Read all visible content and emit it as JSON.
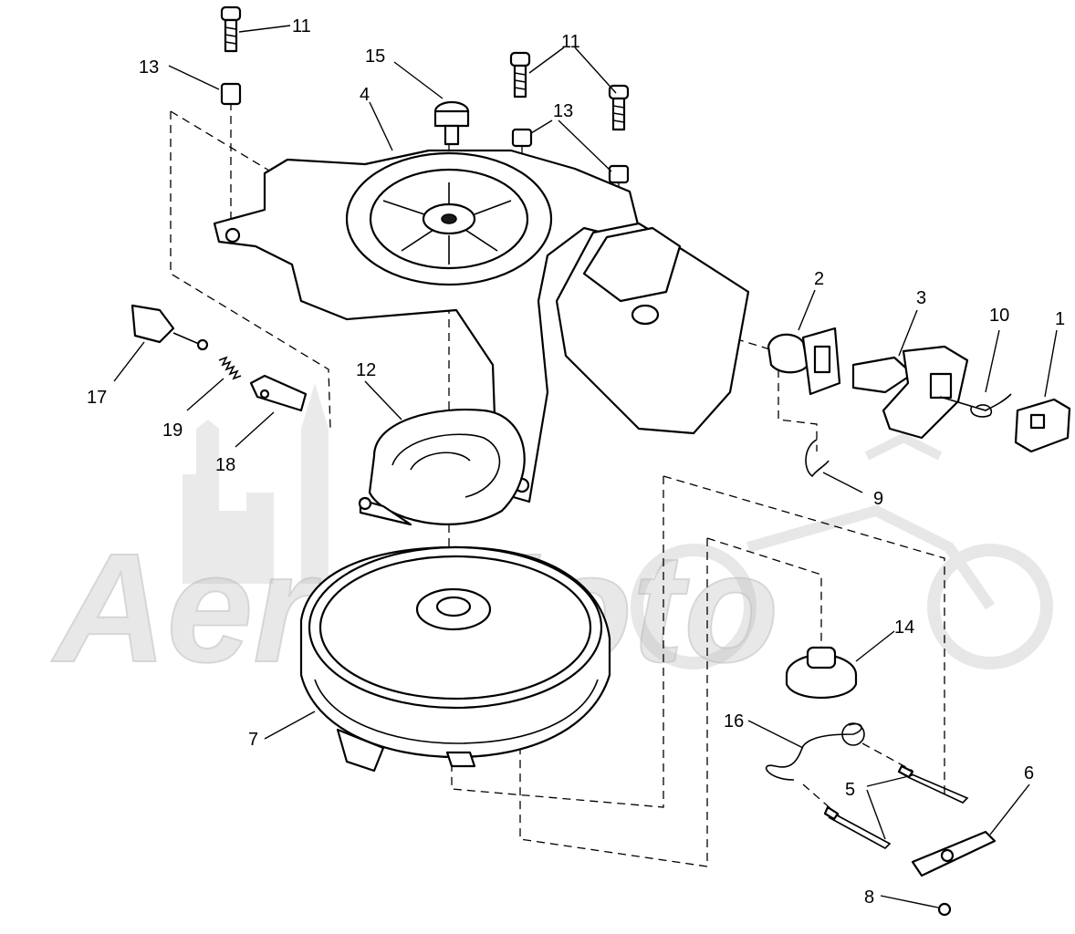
{
  "watermark": {
    "text": "AeroMoto"
  },
  "callouts": [
    {
      "id": "c11a",
      "label": "11"
    },
    {
      "id": "c13a",
      "label": "13"
    },
    {
      "id": "c15",
      "label": "15"
    },
    {
      "id": "c11b",
      "label": "11"
    },
    {
      "id": "c4",
      "label": "4"
    },
    {
      "id": "c13b",
      "label": "13"
    },
    {
      "id": "c2",
      "label": "2"
    },
    {
      "id": "c3",
      "label": "3"
    },
    {
      "id": "c10",
      "label": "10"
    },
    {
      "id": "c1",
      "label": "1"
    },
    {
      "id": "c17",
      "label": "17"
    },
    {
      "id": "c12",
      "label": "12"
    },
    {
      "id": "c19",
      "label": "19"
    },
    {
      "id": "c18",
      "label": "18"
    },
    {
      "id": "c9",
      "label": "9"
    },
    {
      "id": "c14",
      "label": "14"
    },
    {
      "id": "c7",
      "label": "7"
    },
    {
      "id": "c16",
      "label": "16"
    },
    {
      "id": "c6",
      "label": "6"
    },
    {
      "id": "c5",
      "label": "5"
    },
    {
      "id": "c8",
      "label": "8"
    }
  ]
}
